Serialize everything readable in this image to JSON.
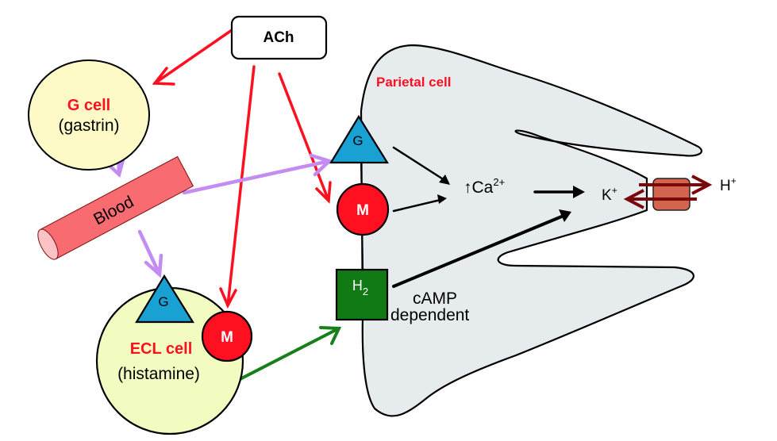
{
  "colors": {
    "red_arrow": "#ff1020",
    "purple_arrow": "#c38cf2",
    "green_arrow": "#17801a",
    "black": "#000000",
    "dark_red_arrow": "#7a0a0a",
    "cell_fill": "#e6ebee",
    "g_cell_fill": "#fefac8",
    "ecl_cell_fill": "#f2fbc0",
    "blood_fill": "#f86b70",
    "triangle_fill": "#1aa1d3",
    "m_receptor_fill": "#ff1020",
    "h2_fill": "#117a14",
    "pump_fill": "#d3644e",
    "label_red": "#ff1020"
  },
  "nodes": {
    "ach": {
      "label": "ACh"
    },
    "g_cell": {
      "title": "G cell",
      "subtitle": "(gastrin)"
    },
    "blood": {
      "label": "Blood"
    },
    "ecl_cell": {
      "title": "ECL cell",
      "subtitle": "(histamine)"
    },
    "ecl_g_receptor": {
      "label": "G"
    },
    "ecl_m_receptor": {
      "label": "M"
    },
    "parietal_cell": {
      "title": "Parietal cell"
    },
    "parietal_g_receptor": {
      "label": "G"
    },
    "parietal_m_receptor": {
      "label": "M"
    },
    "parietal_h2_receptor": {
      "label": "H",
      "subscript": "2"
    },
    "calcium": {
      "arrow": "↑",
      "label": "Ca",
      "superscript": "2+"
    },
    "camp": {
      "line1": "cAMP",
      "line2": "dependent"
    },
    "potassium": {
      "label": "K",
      "superscript": "+"
    },
    "hydrogen": {
      "label": "H",
      "superscript": "+"
    }
  },
  "edges": [
    {
      "from": "ACh",
      "to": "G cell",
      "color": "red"
    },
    {
      "from": "ACh",
      "to": "ECL cell M receptor",
      "color": "red"
    },
    {
      "from": "ACh",
      "to": "Parietal cell M receptor",
      "color": "red"
    },
    {
      "from": "G cell",
      "to": "Blood",
      "color": "purple"
    },
    {
      "from": "Blood",
      "to": "ECL cell G receptor",
      "color": "purple"
    },
    {
      "from": "Blood",
      "to": "Parietal cell G receptor",
      "color": "purple"
    },
    {
      "from": "ECL cell",
      "to": "H2 receptor",
      "color": "green"
    },
    {
      "from": "G receptor",
      "to": "Ca2+",
      "color": "black"
    },
    {
      "from": "M receptor",
      "to": "Ca2+",
      "color": "black"
    },
    {
      "from": "Ca2+",
      "to": "K+",
      "color": "black"
    },
    {
      "from": "H2 receptor",
      "to": "K+",
      "color": "black",
      "label": "cAMP dependent"
    },
    {
      "from": "Proton pump",
      "to": "H+",
      "color": "dark red"
    },
    {
      "from": "Proton pump",
      "to": "K+",
      "color": "dark red"
    }
  ]
}
